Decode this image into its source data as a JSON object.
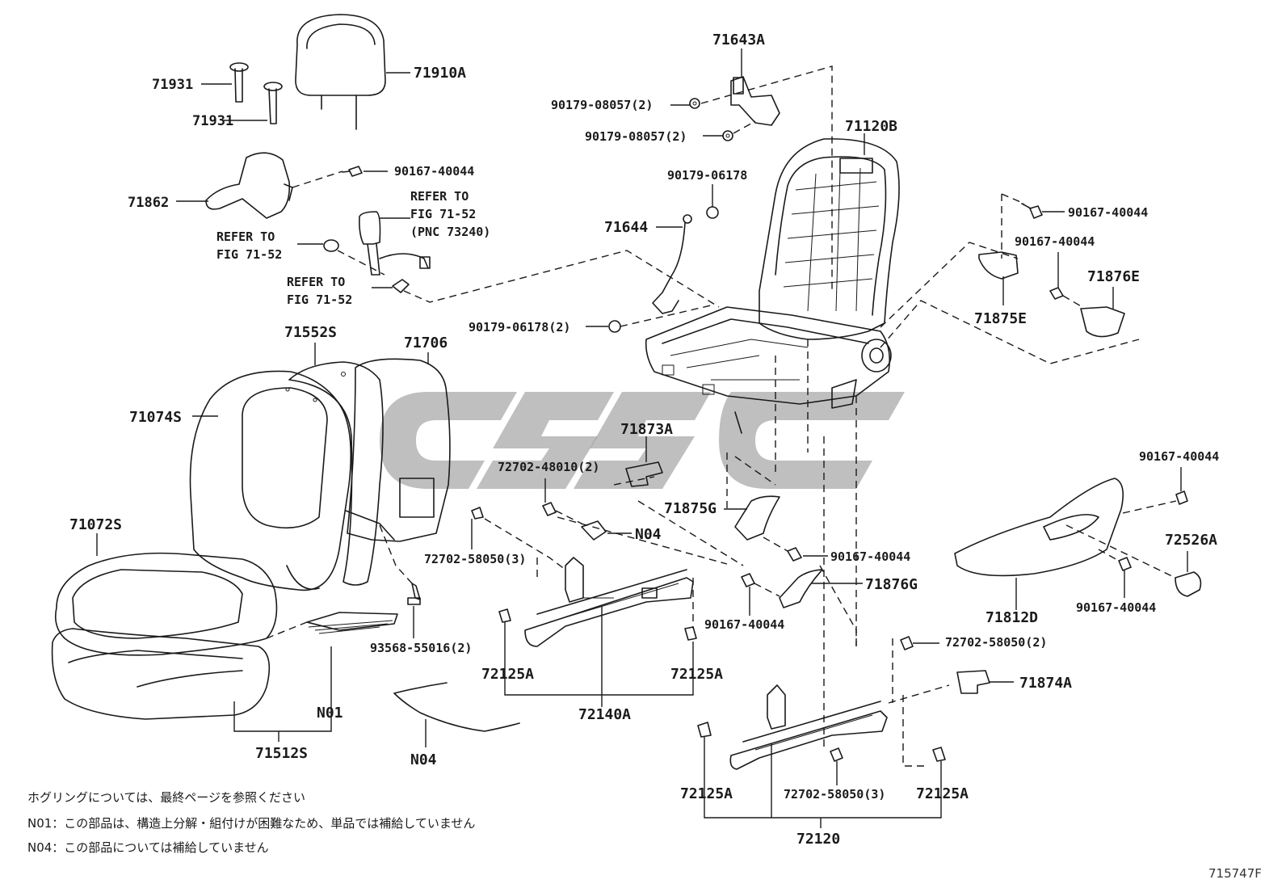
{
  "labels": {
    "l71931a": "71931",
    "l71931b": "71931",
    "l71910A": "71910A",
    "l71862": "71862",
    "l90167_top": "90167-40044",
    "refer1": "REFER TO",
    "refer1b": "FIG 71-52",
    "refer1c": "(PNC 73240)",
    "refer2": "REFER TO",
    "refer2b": "FIG 71-52",
    "refer3": "REFER TO",
    "refer3b": "FIG 71-52",
    "l71643A": "71643A",
    "l90179_08057a": "90179-08057(2)",
    "l90179_08057b": "90179-08057(2)",
    "l71120B": "71120B",
    "l90179_06178": "90179-06178",
    "l71644": "71644",
    "l90179_06178_2": "90179-06178(2)",
    "l90167_r1": "90167-40044",
    "l90167_r2": "90167-40044",
    "l71876E": "71876E",
    "l71875E": "71875E",
    "l71552S": "71552S",
    "l71706": "71706",
    "l71074S": "71074S",
    "l71873A": "71873A",
    "l72702_48010": "72702-48010(2)",
    "l71875G": "71875G",
    "l71072S": "71072S",
    "lN04a": "N04",
    "l72702_58050a": "72702-58050(3)",
    "l90167_mid1": "90167-40044",
    "l71876G": "71876G",
    "l90167_mid2": "90167-40044",
    "l93568": "93568-55016(2)",
    "l72125A_1": "72125A",
    "l72125A_2": "72125A",
    "l72140A": "72140A",
    "lN01": "N01",
    "l71512S": "71512S",
    "lN04b": "N04",
    "l90167_r3": "90167-40044",
    "l72526A": "72526A",
    "l71812D": "71812D",
    "l90167_r4": "90167-40044",
    "l72702_58050b": "72702-58050(2)",
    "l71874A": "71874A",
    "l72125A_3": "72125A",
    "l72702_58050c": "72702-58050(3)",
    "l72125A_4": "72125A",
    "l72120": "72120"
  },
  "notes": {
    "line1": "ホグリングについては、最終ページを参照ください",
    "line2": "N01：この部品は、構造上分解・組付けが困難なため、単品では補給していません",
    "line3": "N04：この部品については補給していません"
  },
  "figure_id": "715747F",
  "colors": {
    "ink": "#1a1a1a",
    "watermark": "#8a8a8a",
    "background": "#ffffff"
  }
}
